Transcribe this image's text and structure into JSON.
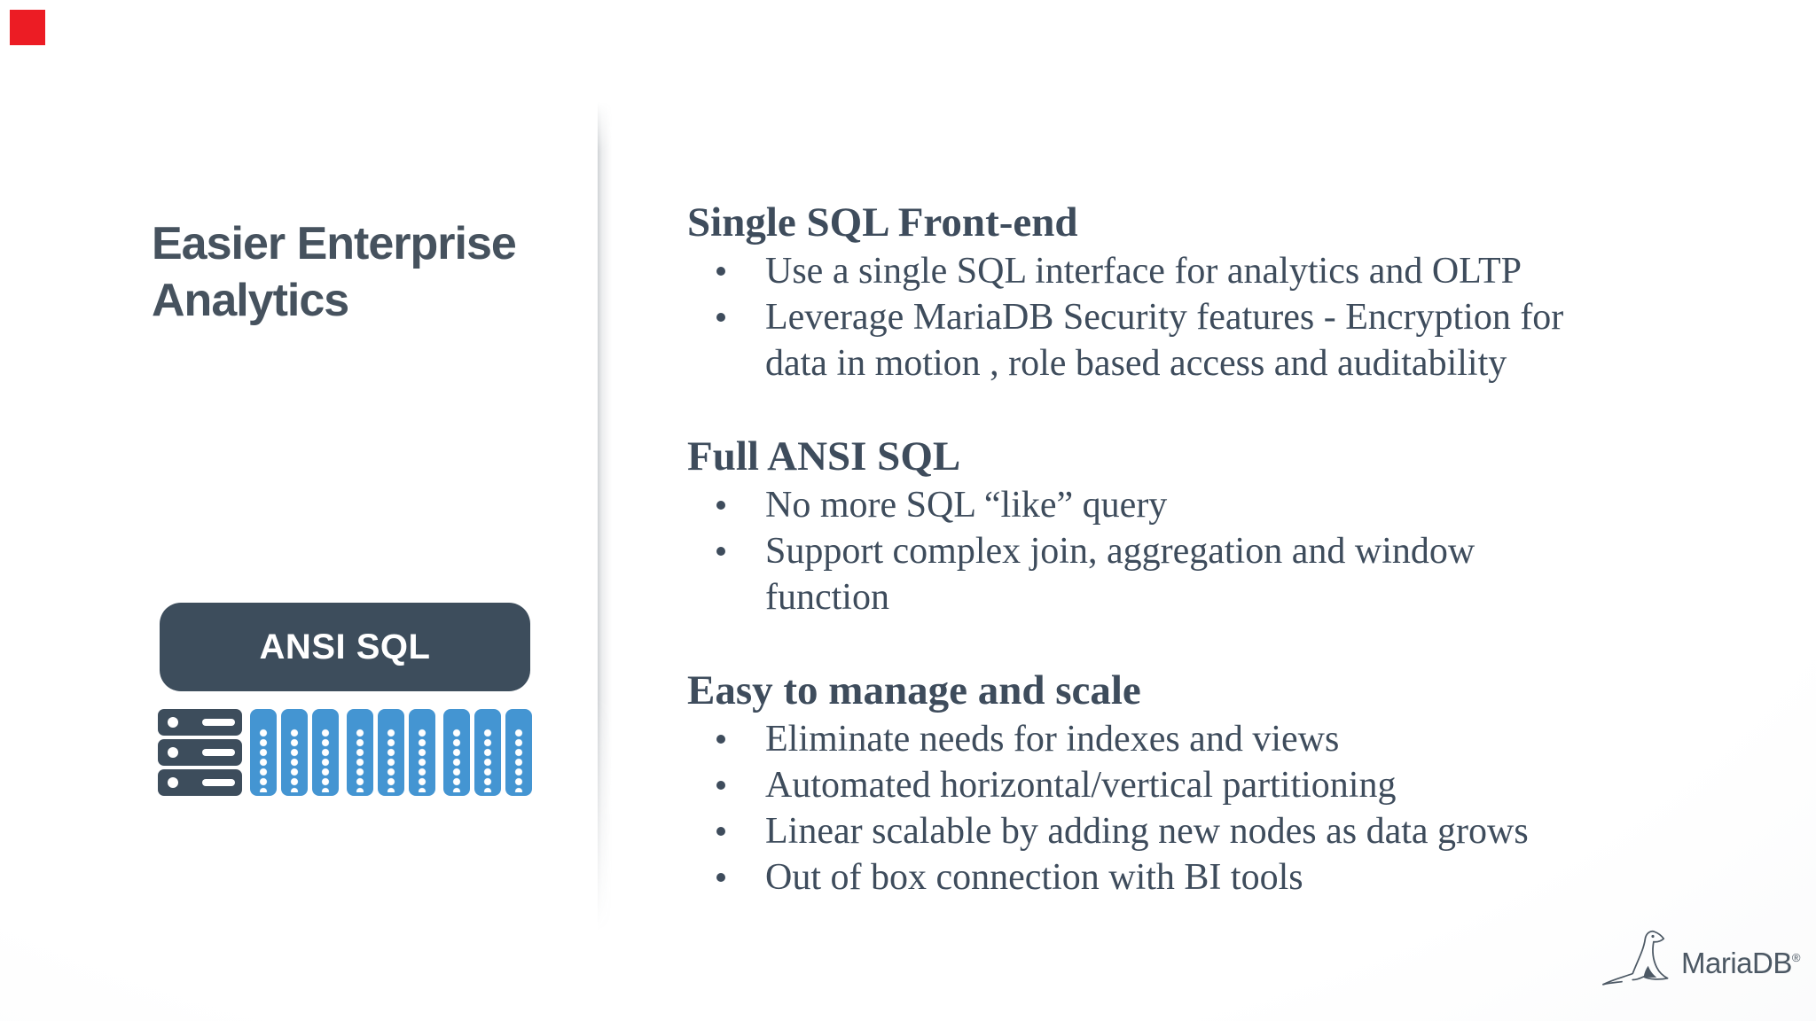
{
  "left": {
    "title": "Easier Enterprise\nAnalytics",
    "box_label": "ANSI SQL"
  },
  "sections": [
    {
      "heading": "Single SQL Front-end",
      "bullets": [
        "Use a single SQL interface for analytics and OLTP",
        "Leverage MariaDB Security features - Encryption for\ndata in motion , role based access and auditability"
      ]
    },
    {
      "heading": "Full ANSI SQL",
      "bullets": [
        "No more SQL “like” query",
        "Support complex join, aggregation and window\nfunction"
      ]
    },
    {
      "heading": "Easy to manage and scale",
      "bullets": [
        "Eliminate needs for indexes and views",
        "Automated horizontal/vertical partitioning",
        "Linear scalable by adding new nodes as data grows",
        "Out of box connection with BI tools"
      ]
    }
  ],
  "diagram": {
    "server_rows": 3,
    "node_groups": [
      3,
      3,
      3
    ],
    "dots_per_column": 7
  },
  "logo": {
    "text": "MariaDB",
    "registered": "®"
  },
  "colors": {
    "dark_slate": "#3D4D5C",
    "node_blue": "#4495D2",
    "heading_text": "#3E4C5C",
    "title_text": "#46525E",
    "logo_text": "#4C5864",
    "marker_red": "#EC1C24"
  }
}
